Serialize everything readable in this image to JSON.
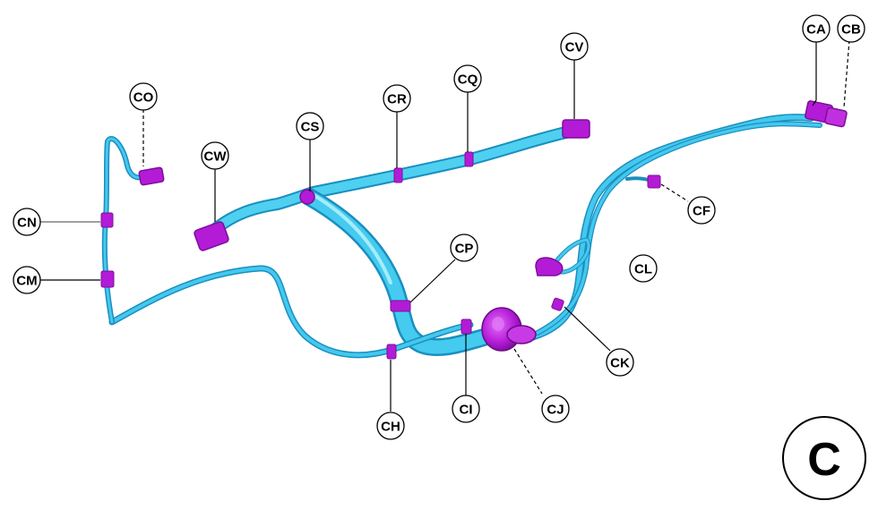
{
  "diagram": {
    "view_label": "C",
    "callouts": {
      "CA": "CA",
      "CB": "CB",
      "CV": "CV",
      "CQ": "CQ",
      "CR": "CR",
      "CS": "CS",
      "CO": "CO",
      "CW": "CW",
      "CN": "CN",
      "CM": "CM",
      "CF": "CF",
      "CP": "CP",
      "CL": "CL",
      "CK": "CK",
      "CJ": "CJ",
      "CI": "CI",
      "CH": "CH"
    }
  },
  "colors": {
    "harness": "#33c4ea",
    "harness_dark": "#1a8fbf",
    "connector": "#b31bd6",
    "connector_dark": "#7c0f99",
    "leader": "#000000"
  }
}
